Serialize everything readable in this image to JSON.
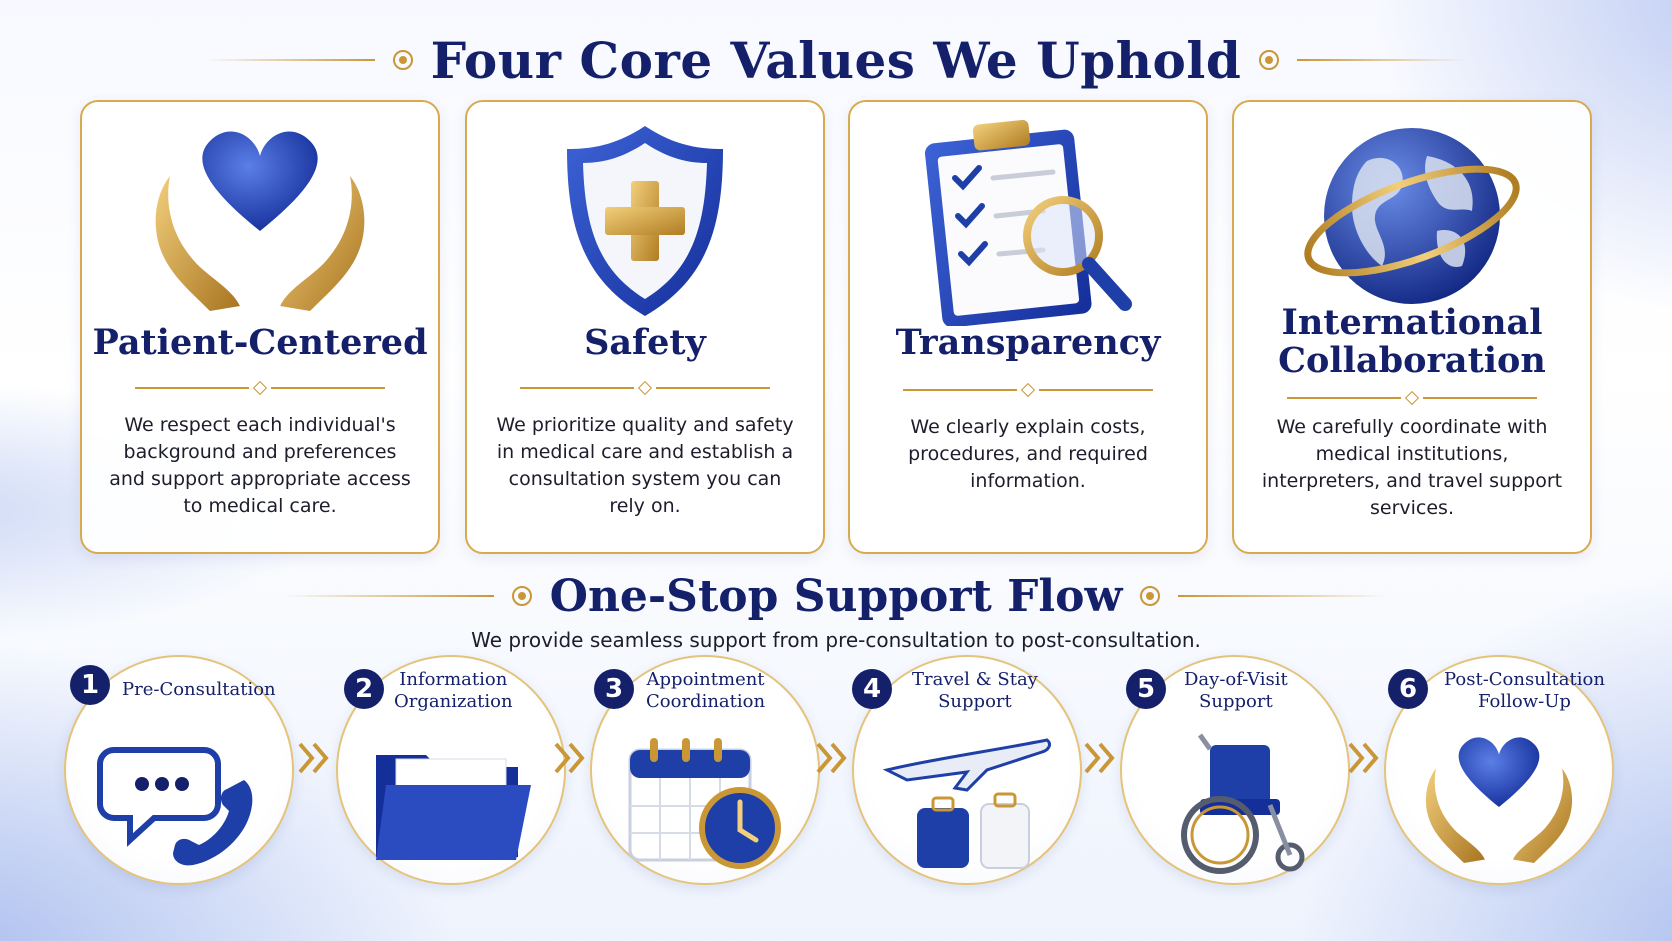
{
  "title": "Four Core Values We Uphold",
  "values": [
    {
      "title_lines": [
        "Patient-Centered"
      ],
      "icon": "heart-hands-icon",
      "description": "We respect each individual's background and preferences and support appropriate access to medical care."
    },
    {
      "title_lines": [
        "Safety"
      ],
      "icon": "shield-cross-icon",
      "description": "We prioritize quality and safety in medical care and establish a consultation system you can rely on."
    },
    {
      "title_lines": [
        "Transparency"
      ],
      "icon": "clipboard-magnifier-icon",
      "description": "We clearly explain costs, procedures, and required information."
    },
    {
      "title_lines": [
        "International",
        "Collaboration"
      ],
      "icon": "globe-icon",
      "description": "We carefully coordinate with medical institutions, interpreters, and travel support services."
    }
  ],
  "flow": {
    "title": "One-Stop Support Flow",
    "subtitle": "We provide seamless support from pre-consultation to post-consultation.",
    "steps": [
      {
        "number": "1",
        "label_lines": [
          "Pre-Consultation"
        ],
        "icon": "chat-phone-icon"
      },
      {
        "number": "2",
        "label_lines": [
          "Information",
          "Organization"
        ],
        "icon": "folder-icon"
      },
      {
        "number": "3",
        "label_lines": [
          "Appointment",
          "Coordination"
        ],
        "icon": "calendar-clock-icon"
      },
      {
        "number": "4",
        "label_lines": [
          "Travel & Stay",
          "Support"
        ],
        "icon": "airplane-luggage-icon"
      },
      {
        "number": "5",
        "label_lines": [
          "Day-of-Visit",
          "Support"
        ],
        "icon": "wheelchair-icon"
      },
      {
        "number": "6",
        "label_lines": [
          "Post-Consultation",
          "Follow-Up"
        ],
        "icon": "heart-hands-icon"
      }
    ]
  },
  "colors": {
    "navy": "#15206b",
    "royal_blue": "#1f3fa8",
    "gold": "#c99736",
    "card_border": "#d9a94e"
  }
}
